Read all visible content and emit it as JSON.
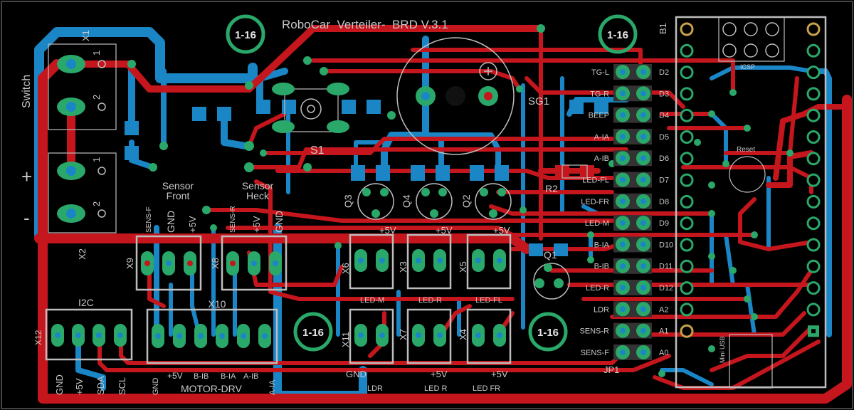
{
  "title_text": "RoboCar  Verteiler-  BRD V.3.1",
  "mount_label": "1-16",
  "labels": {
    "b1": "B1",
    "x1": "X1",
    "x2": "X2",
    "switch": "Switch",
    "plus": "+",
    "minus": "-",
    "sensor_front": [
      "Sensor",
      "Front"
    ],
    "sensor_heck": [
      "Sensor",
      "Heck"
    ],
    "s1": "S1",
    "sg1": "SG1",
    "r2": "R2",
    "q1": "Q1",
    "q2": "Q2",
    "q3": "Q3",
    "q4": "Q4",
    "x3": "X3",
    "x4": "X4",
    "x5": "X5",
    "x6": "X6",
    "x7": "X7",
    "x8": "X8",
    "x9": "X9",
    "x10": "X10",
    "x11": "X11",
    "x12": "X12",
    "i2c": "I2C",
    "jp1": "JP1",
    "icsp": "ICSP",
    "reset": "Reset",
    "mini_usb": "Mini USB"
  },
  "pin_nums": [
    "1",
    "2",
    "1",
    "2"
  ],
  "sens_f_pins": [
    "SENS-F",
    "GND",
    "+5V"
  ],
  "sens_r_pins": [
    "SENS-R",
    "+5V",
    "GND"
  ],
  "plus5v": "+5V",
  "led_labels": [
    "LED-M",
    "LED-R",
    "LED-FL"
  ],
  "bottom_labels": [
    "GND",
    "+5V",
    "+5V"
  ],
  "bottom_led_labels": [
    "LDR",
    "LED R",
    "LED FR"
  ],
  "i2c_pins": [
    "GND",
    "+5V",
    "SDA",
    "SCL"
  ],
  "motor_pins": [
    "GND",
    "+5V",
    "B-IB",
    "B-IA",
    "A-IB",
    "A-IA"
  ],
  "motor_label": "MOTOR-DRV",
  "header_left": [
    "TG-L",
    "TG-R",
    "BEEP",
    "A-IA",
    "A-IB",
    "LED-FL",
    "LED-FR",
    "LED-M",
    "B-IA",
    "B-IB",
    "LED-R",
    "LDR",
    "SENS-R",
    "SENS-F"
  ],
  "header_right": [
    "D2",
    "D3",
    "D4",
    "D5",
    "D6",
    "D7",
    "D8",
    "D9",
    "D10",
    "D11",
    "D12",
    "A2",
    "A1",
    "A0"
  ],
  "colors": {
    "background": "#000000",
    "top_copper": "#c4161c",
    "bottom_copper": "#1a86c6",
    "pad": "#2aa86a",
    "silkscreen": "#c8c8c8"
  }
}
